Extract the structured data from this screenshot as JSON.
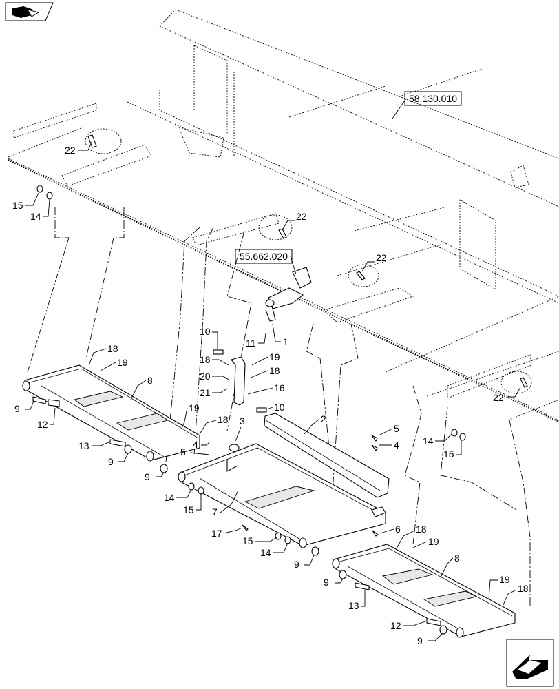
{
  "references": {
    "ref_a": "58.130.010",
    "ref_b": "55.662.020"
  },
  "callouts": {
    "c1": "1",
    "c2": "2",
    "c3": "3",
    "c4a": "4",
    "c4b": "4",
    "c5a": "5",
    "c5b": "5",
    "c6": "6",
    "c7": "7",
    "c8a": "8",
    "c8b": "8",
    "c9a": "9",
    "c9b": "9",
    "c9c": "9",
    "c9d": "9",
    "c9e": "9",
    "c9f": "9",
    "c10a": "10",
    "c10b": "10",
    "c11": "11",
    "c12a": "12",
    "c12b": "12",
    "c13a": "13",
    "c13b": "13",
    "c14a": "14",
    "c14b": "14",
    "c14c": "14",
    "c14d": "14",
    "c15a": "15",
    "c15b": "15",
    "c15c": "15",
    "c15d": "15",
    "c16": "16",
    "c17": "17",
    "c18a": "18",
    "c18b": "18",
    "c18c": "18",
    "c18d": "18",
    "c18e": "18",
    "c18f": "18",
    "c19a": "19",
    "c19b": "19",
    "c19c": "19",
    "c19d": "19",
    "c19e": "19",
    "c20": "20",
    "c21": "21",
    "c22a": "22",
    "c22b": "22",
    "c22c": "22",
    "c22d": "22"
  },
  "icons": {
    "top_left": "book-navigation-icon",
    "bottom_right": "view-direction-arrow-icon"
  }
}
